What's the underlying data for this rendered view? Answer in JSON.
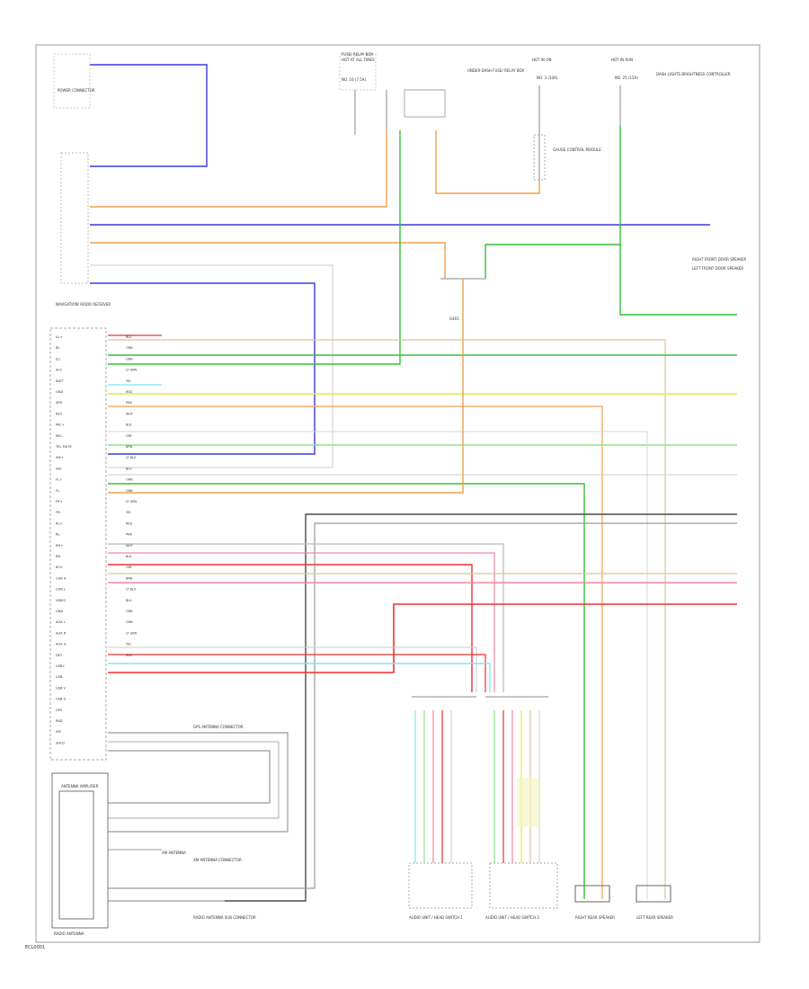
{
  "page_code": "ECL0001",
  "components": {
    "radio_receiver": "NAVIGATION/ RADIO RECEIVER",
    "ignition_switch": "FUSE/ RELAY BOX",
    "hot_at_all_times": "HOT AT ALL TIMES",
    "hot_in_on": "HOT IN ON",
    "hot_in_run": "HOT IN RUN",
    "gps_antenna_label": "GPS ANTENNA CONNECTOR",
    "radio_antenna": "RADIO ANTENNA",
    "xm_antenna": "XM ANTENNA",
    "antenna_amp": "ANTENNA AMPLIFIER",
    "under_dash": "UNDER-DASH FUSE/ RELAY BOX",
    "left_front_door": "LEFT FRONT DOOR SPEAKER",
    "right_front_door": "RIGHT FRONT DOOR SPEAKER",
    "left_rear_door": "LEFT REAR SPEAKER",
    "right_rear_door": "RIGHT REAR SPEAKER",
    "audio_unit_1": "AUDIO UNIT / HEAD SWITCH 1",
    "audio_unit_2": "AUDIO UNIT / HEAD SWITCH 2",
    "dash_light": "DASH LIGHTS BRIGHTNESS CONTROLLER",
    "gauge": "GAUGE CONTROL MODULE",
    "power_conn": "POWER CONNECTOR",
    "ground": "G401",
    "xm_conn": "XM ANTENNA CONNECTOR",
    "radio_conn": "RADIO ANTENNA SUB CONNECTOR"
  },
  "fuses": [
    {
      "id": "fuse-1",
      "label": "NO. 16 (7.5A)"
    },
    {
      "id": "fuse-2",
      "label": "NO. 3 (10A)"
    },
    {
      "id": "fuse-3",
      "label": "NO. 25 (15A)"
    }
  ],
  "pins": {
    "left_col": [
      "ILL+",
      "BL",
      "ILL-",
      "ACC",
      "BATT",
      "GND",
      "SPD",
      "REV",
      "MIC+",
      "MIC-",
      "TEL MUTE",
      "SW+",
      "SW-",
      "FL+",
      "FL-",
      "FR+",
      "FR-",
      "RL+",
      "RL-",
      "RR+",
      "RR-",
      "RCV",
      "CAN H",
      "CAN L",
      "VIDEO",
      "GND",
      "AUX L",
      "AUX R",
      "AUX G",
      "DET",
      "USB+",
      "USB-",
      "USB V",
      "USB G",
      "GPS",
      "RAD",
      "XM",
      "SHLD"
    ]
  },
  "wire_colors": {
    "blue": "#3a3adc",
    "orange": "#f0a050",
    "green": "#35c035",
    "lightgreen": "#8ae68a",
    "yellow": "#e8e83a",
    "red": "#ee3030",
    "pink": "#f08aa0",
    "cyan": "#7ce8f0",
    "gray": "#9a9a9a",
    "black": "#4a4a4a",
    "tan": "#d8c8a0"
  },
  "wire_codes": [
    "BLU",
    "ORN",
    "GRN",
    "LT GRN",
    "YEL",
    "RED",
    "PNK",
    "WHT",
    "BLK",
    "GRY",
    "BRN",
    "LT BLU"
  ]
}
